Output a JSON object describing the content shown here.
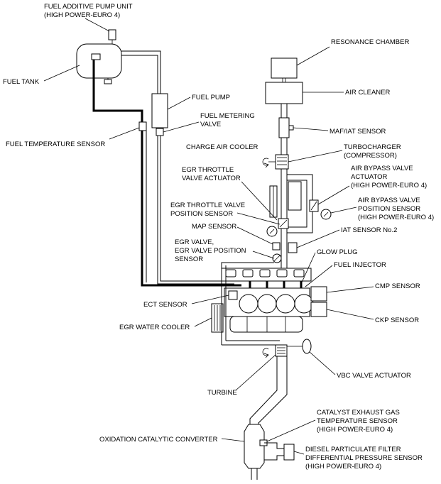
{
  "labels": {
    "fuel_additive_pump": [
      "FUEL ADDITIVE PUMP UNIT",
      "(HIGH POWER-EURO 4)"
    ],
    "fuel_tank": [
      "FUEL TANK"
    ],
    "fuel_pump": [
      "FUEL PUMP"
    ],
    "fuel_metering_valve": [
      "FUEL METERING",
      "VALVE"
    ],
    "fuel_temp_sensor": [
      "FUEL TEMPERATURE SENSOR"
    ],
    "resonance_chamber": [
      "RESONANCE CHAMBER"
    ],
    "air_cleaner": [
      "AIR CLEANER"
    ],
    "maf_iat_sensor": [
      "MAF/IAT SENSOR"
    ],
    "charge_air_cooler": [
      "CHARGE AIR COOLER"
    ],
    "turbocharger": [
      "TURBOCHARGER",
      "(COMPRESSOR)"
    ],
    "egr_throttle_actuator": [
      "EGR THROTTLE",
      "VALVE ACTUATOR"
    ],
    "air_bypass_actuator": [
      "AIR BYPASS VALVE",
      "ACTUATOR",
      "(HIGH POWER-EURO 4)"
    ],
    "egr_throttle_sensor": [
      "EGR THROTTLE VALVE",
      "POSITION SENSOR"
    ],
    "air_bypass_sensor": [
      "AIR BYPASS VALVE",
      "POSITION SENSOR",
      "(HIGH POWER-EURO 4)"
    ],
    "map_sensor": [
      "MAP SENSOR"
    ],
    "iat_sensor2": [
      "IAT SENSOR No.2"
    ],
    "egr_valve": [
      "EGR VALVE,",
      "EGR VALVE POSITION",
      "SENSOR"
    ],
    "glow_plug": [
      "GLOW PLUG"
    ],
    "fuel_injector": [
      "FUEL INJECTOR"
    ],
    "cmp_sensor": [
      "CMP SENSOR"
    ],
    "ect_sensor": [
      "ECT SENSOR"
    ],
    "ckp_sensor": [
      "CKP SENSOR"
    ],
    "egr_water_cooler": [
      "EGR WATER COOLER"
    ],
    "vbc_valve_actuator": [
      "VBC VALVE ACTUATOR"
    ],
    "turbine": [
      "TURBINE"
    ],
    "catalyst_temp_sensor": [
      "CATALYST EXHAUST GAS",
      "TEMPERATURE SENSOR",
      "(HIGH POWER-EURO 4)"
    ],
    "oxidation_converter": [
      "OXIDATION CATALYTIC CONVERTER"
    ],
    "dpf_pressure_sensor": [
      "DIESEL PARTICULATE FILTER",
      "DIFFERENTIAL PRESSURE SENSOR",
      "(HIGH POWER-EURO 4)"
    ]
  }
}
